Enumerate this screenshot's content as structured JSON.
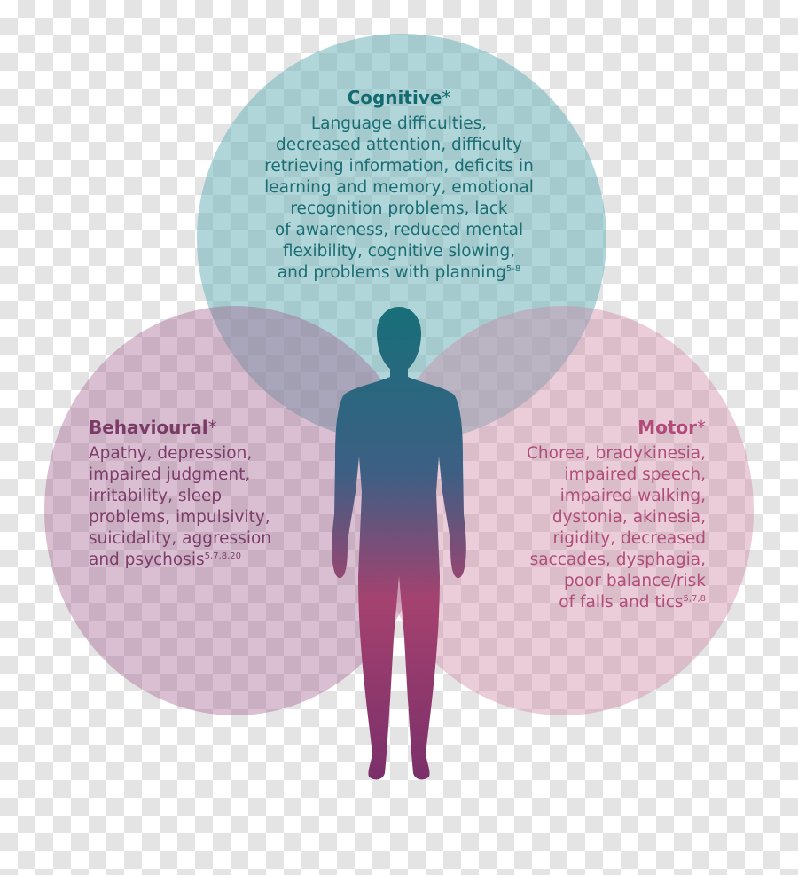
{
  "sections": {
    "cognitive": {
      "title": "Cognitive",
      "asterisk": "*",
      "lines": [
        "Language difficulties,",
        "decreased attention, difficulty",
        "retrieving information, deficits in",
        "learning and memory, emotional",
        "recognition problems, lack",
        "of awareness, reduced mental",
        "flexibility, cognitive slowing,",
        "and problems with planning"
      ],
      "ref": "5-8"
    },
    "behavioural": {
      "title": "Behavioural",
      "asterisk": "*",
      "lines": [
        "Apathy, depression,",
        "impaired judgment,",
        "irritability, sleep",
        "problems, impulsivity,",
        "suicidality, aggression",
        "and psychosis"
      ],
      "ref": "5,7,8,20"
    },
    "motor": {
      "title": "Motor",
      "asterisk": "*",
      "lines": [
        "Chorea, bradykinesia,",
        "impaired speech,",
        "impaired walking,",
        "dystonia, akinesia,",
        "rigidity, decreased",
        "saccades, dysphagia,",
        "poor balance/risk",
        "of falls and tics"
      ],
      "ref": "5,7,8"
    }
  },
  "colors": {
    "cognitive": "#1a7478",
    "behavioural": "#7a3b66",
    "motor": "#b24a7a",
    "figure_top": "#1c6f7a",
    "figure_mid": "#a5426f",
    "figure_bottom": "#7a2f6a"
  }
}
